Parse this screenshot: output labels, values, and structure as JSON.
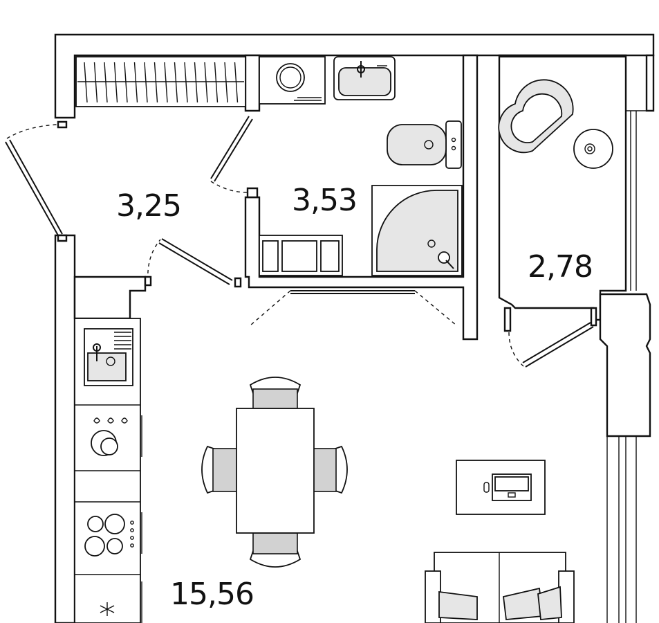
{
  "rooms": [
    {
      "id": "hallway",
      "area": "3,25"
    },
    {
      "id": "bathroom",
      "area": "3,53"
    },
    {
      "id": "balcony",
      "area": "2,78"
    },
    {
      "id": "kitchen-living",
      "area": "15,56"
    }
  ]
}
